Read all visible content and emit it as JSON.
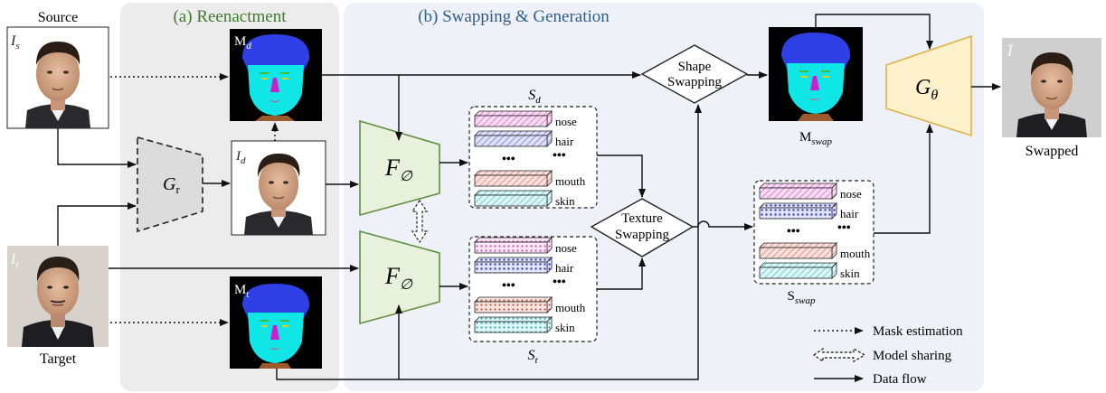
{
  "panels": {
    "reenactment": {
      "title": "(a) Reenactment",
      "color": "#3f7a2e"
    },
    "swapping": {
      "title": "(b) Swapping & Generation",
      "color": "#2f5d8a"
    }
  },
  "images": {
    "source": {
      "label": "Source",
      "sym": "I",
      "sub": "s"
    },
    "target": {
      "label": "Target",
      "sym": "I",
      "sub": "t"
    },
    "driven": {
      "sym": "I",
      "sub": "d"
    },
    "swapped": {
      "label": "Swapped",
      "sym": "Ī"
    }
  },
  "masks": {
    "md": {
      "sym": "M",
      "sub": "d"
    },
    "mt": {
      "sym": "M",
      "sub": "t"
    },
    "mswap": {
      "sym": "M",
      "sub": "swap"
    }
  },
  "modules": {
    "gr": {
      "sym": "G",
      "sub": "r"
    },
    "f_top": {
      "sym": "F",
      "sub": "∅"
    },
    "f_bot": {
      "sym": "F",
      "sub": "∅"
    },
    "gtheta": {
      "sym": "G",
      "sub": "θ"
    }
  },
  "ops": {
    "shape": {
      "line1": "Shape",
      "line2": "Swapping"
    },
    "texture": {
      "line1": "Texture",
      "line2": "Swapping"
    }
  },
  "style_sets": {
    "sd": {
      "sym": "S",
      "sub": "d",
      "items": [
        "nose",
        "hair",
        "•••",
        "mouth",
        "skin"
      ]
    },
    "st": {
      "sym": "S",
      "sub": "t",
      "items": [
        "nose",
        "hair",
        "•••",
        "mouth",
        "skin"
      ]
    },
    "sswap": {
      "sym": "S",
      "sub": "swap",
      "items": [
        "nose",
        "hair",
        "•••",
        "mouth",
        "skin"
      ]
    }
  },
  "legend": {
    "mask": "Mask estimation",
    "share": "Model sharing",
    "flow": "Data flow"
  },
  "colors": {
    "panel_a": "#ececec",
    "panel_b": "#eef2f8",
    "encoder_fill": "#e8f1dc",
    "encoder_stroke": "#5e8f3e",
    "generator_fill": "#fdf1cc",
    "generator_stroke": "#e0b24a",
    "gr_fill": "#dcdcdc",
    "nose_bar": "#f4c6ea",
    "hair_bar": "#c9cdee",
    "mouth_bar": "#f4c8c0",
    "skin_bar": "#cdeef0"
  }
}
